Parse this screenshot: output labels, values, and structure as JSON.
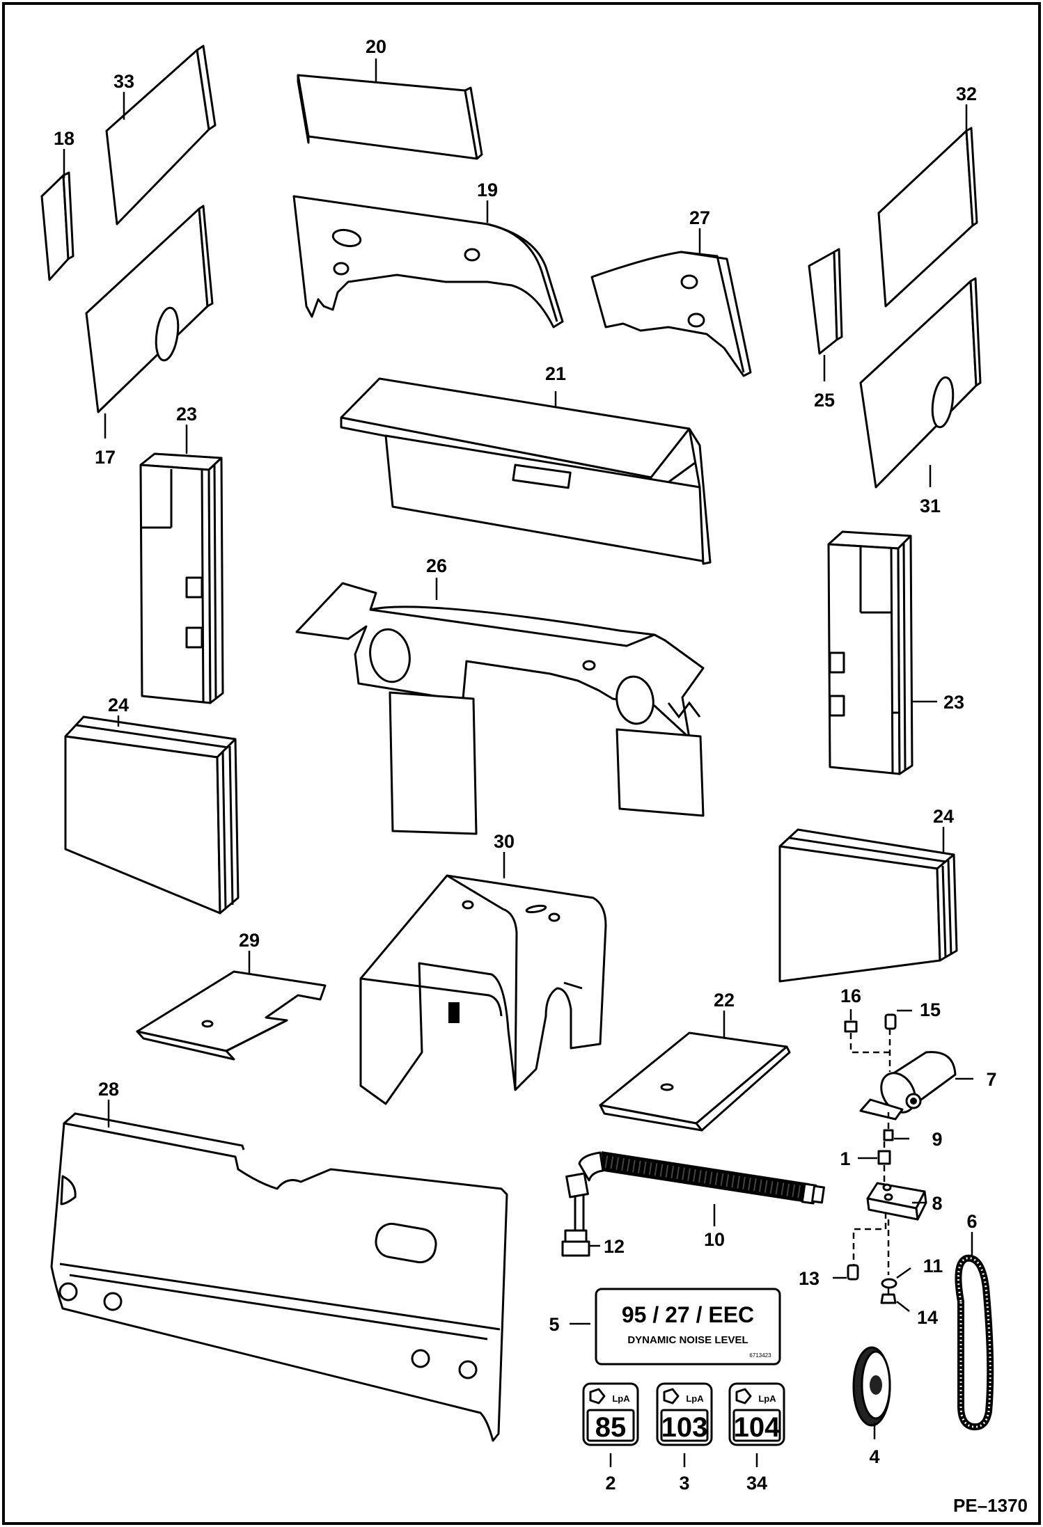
{
  "figure_code": "PE–1370",
  "callouts": {
    "n1": "1",
    "n2": "2",
    "n3": "3",
    "n4": "4",
    "n5": "5",
    "n6": "6",
    "n7": "7",
    "n8": "8",
    "n9": "9",
    "n10": "10",
    "n11": "11",
    "n12": "12",
    "n13": "13",
    "n14": "14",
    "n15": "15",
    "n16": "16",
    "n17": "17",
    "n18": "18",
    "n19": "19",
    "n20": "20",
    "n21": "21",
    "n22": "22",
    "n23a": "23",
    "n23b": "23",
    "n24a": "24",
    "n24b": "24",
    "n25": "25",
    "n26": "26",
    "n27": "27",
    "n28": "28",
    "n29": "29",
    "n30": "30",
    "n31": "31",
    "n32": "32",
    "n33": "33",
    "n34": "34"
  },
  "decal_noise": {
    "directive": "95 / 27 / EEC",
    "caption": "DYNAMIC NOISE LEVEL",
    "part_no": "6713423"
  },
  "lpa_decals": [
    {
      "label": "LpA",
      "value": "85"
    },
    {
      "label": "LpA",
      "value": "103"
    },
    {
      "label": "LpA",
      "value": "104"
    }
  ]
}
